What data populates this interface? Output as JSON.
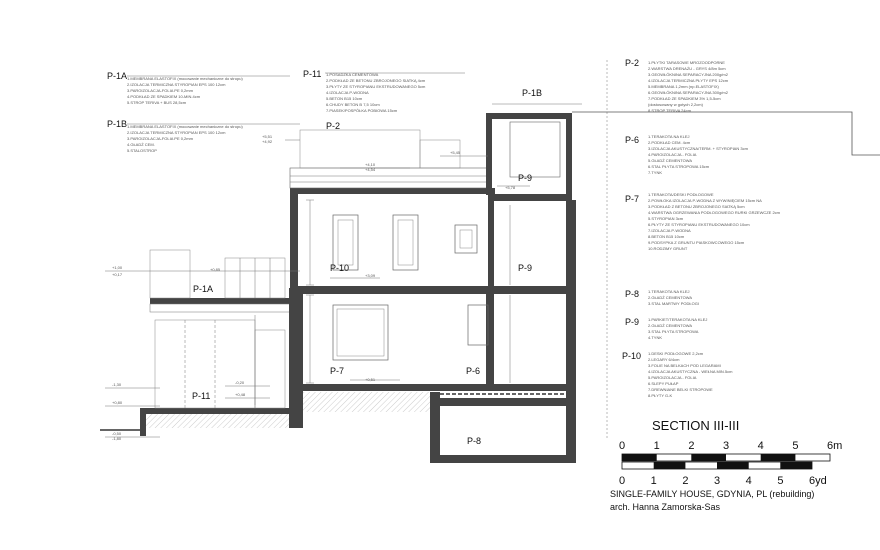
{
  "layers": [
    {
      "code": "P-1A",
      "lines": [
        "1.MEMBRANA ELASTOFIX (mocowanie mechaniczne do stropu)",
        "2.IZOLACJA TERMICZNA STYROPIAN EPS 100 12cm",
        "3.PAROIZOLACJA-FOLIA PE 0,2mm",
        "4.PODKŁAD ZE SPADKIEM 10-MIN.4cm",
        "5.STROP TERIVA + BUS 28,5cm"
      ]
    },
    {
      "code": "P-1B",
      "lines": [
        "1.MEMBRANA ELASTOFIX (mocowanie mechaniczne do stropu)",
        "2.IZOLACJA TERMICZNA STYROPIAN EPS 100 12cm",
        "3.PAROIZOLACJA-FOLIA PE 0,2mm",
        "4.GŁADŹ CEM.",
        "5.STALOSTROP"
      ]
    },
    {
      "code": "P-11",
      "lines": [
        "1.POSADZKA CEMENTOWA",
        "2.PODKŁAD ZE BETONU ZBROJONEGO SIATKĄ 4cm",
        "3.PŁYTY ZE STYROPIANU EKSTRUDOWANEGO 5cm",
        "4.IZOLACJA P-WODNA",
        "5.BETON B15 10cm",
        "6.CHUDY BETON B 7,5 10cm",
        "7.PIASEK/POSPÓŁKA POBIOWA 15cm"
      ]
    },
    {
      "code": "P-2",
      "lines": [
        "1.PŁYTKI TARASOWE MROZOODPORNE",
        "2.WARSTWA DRENAŻU - GRYS 4/8m 5cm",
        "3.GEOWŁÓKNINA SEPARACYJNA 200g/m2",
        "4.IZOLACJA TERMICZNA PŁYTY EPS 12cm",
        "5.MEMBRANA 1,2mm (np.ELASTOFIX)",
        "6.GEOWŁÓKNINA SEPARACYJNA 300g/m2",
        "7.PODKŁAD ZE SPADKIEM 3% 1,5-5cm",
        "(dostosowany w gotych 2,2cm)",
        "8.STROP TERIVA 24cm"
      ]
    },
    {
      "code": "P-6",
      "lines": [
        "1.TERAKOTA NA KLEJ",
        "2.PODKŁAD CEM. 4cm",
        "3.IZOLACJA AKUSTYCZNA/TERM. + STYROPIAN 3cm",
        "4.PAROIZOLACJA - FOLIA",
        "5.GŁADŹ CEMENTOWA",
        "6.STAL PŁYTA STROPOWA 15cm",
        "7.TYNK"
      ]
    },
    {
      "code": "P-7",
      "lines": [
        "1.TERAKOTA/DESKI PODŁOGOWE",
        "2.POWŁOKA IZOLACJA P-WODNA Z WYWINIĘCIEM 15cm NA",
        "3.PODKŁAD Z BETONU ZBROJONEGO SIATKĄ 5cm",
        "4.WARSTWA OGRZEWANIA PODŁOGOWEGO RURKI GRZEWCZE 2cm",
        "5.STYROPIAN 3cm",
        "6.PŁYTY ZE STYROPIANU EKSTRUDOWANEGO 10cm",
        "7.IZOLACJA P-WODNA",
        "8.BETON B15 10cm",
        "9.PODSYPKA Z GRUNTU PIASKOWCOWEGO 15cm",
        "10.RODZIMY GRUNT"
      ]
    },
    {
      "code": "P-8",
      "lines": [
        "1.TERAKOTA NA KLEJ",
        "2.GŁADŹ CEMENTOWA",
        "3.STAL MARTWY PODŁOGI"
      ]
    },
    {
      "code": "P-9",
      "lines": [
        "1.PARKIET/TERAKOTA NA KLEJ",
        "2.GŁADŹ CEMENTOWA",
        "3.STAL PŁYTA STROPOWA",
        "4.TYNK"
      ]
    },
    {
      "code": "P-10",
      "lines": [
        "1.DESKI PODŁOGOWE 2,2cm",
        "2.LEGARY 6/4cm",
        "3.FOLIE NA BELKACH POD LEGARAMI",
        "4.IZOLACJA AKUSTYCZNA - WEŁNA MIN.5cm",
        "5.PAROIZOLACJA - FOLIA",
        "6.SLEPY PUŁAP",
        "7.DREWNIANE BELKI STROPOWE",
        "8.PŁYTY G-K"
      ]
    }
  ],
  "markers": {
    "p1b": "P-1B",
    "p9a": "P-9",
    "p9b": "P-9",
    "p10": "P-10",
    "p7": "P-7",
    "p6": "P-6",
    "p8": "P-8",
    "p1a": "P-1A",
    "p11": "P-11",
    "p2": "P-2"
  },
  "levels": [
    "+5,51",
    "+4,92",
    "+5,78",
    "+4,10",
    "+4,54",
    "+3,09",
    "+0,51",
    "+1,00",
    "+0,17",
    "-0,20",
    "+0,48",
    "-1,30",
    "+0,80",
    "-0,50",
    "-1,80",
    "+5,45",
    "+0,85"
  ],
  "section_title": "SECTION III-III",
  "scale_m": {
    "ticks": [
      "0",
      "1",
      "2",
      "3",
      "4",
      "5",
      "6m"
    ]
  },
  "scale_yd": {
    "ticks": [
      "0",
      "1",
      "2",
      "3",
      "4",
      "5",
      "6yd"
    ]
  },
  "caption_line1": "SINGLE-FAMILY HOUSE, GDYNIA, PL (rebuilding)",
  "caption_line2": "arch. Hanna Zamorska-Sas"
}
